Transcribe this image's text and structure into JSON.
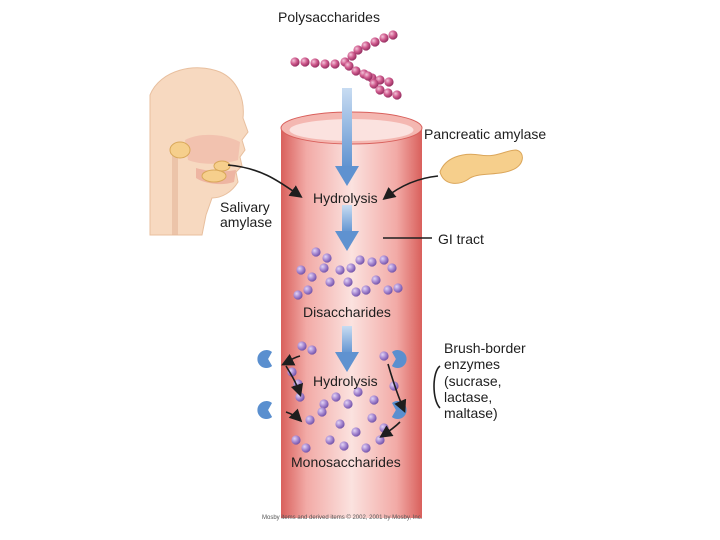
{
  "labels": {
    "polysaccharides": "Polysaccharides",
    "pancreatic_amylase": "Pancreatic amylase",
    "hydrolysis_top": "Hydrolysis",
    "salivary_amylase_line1": "Salivary",
    "salivary_amylase_line2": "amylase",
    "gi_tract": "GI tract",
    "disaccharides": "Disaccharides",
    "brush_border_line1": "Brush-border",
    "brush_border_line2": "enzymes",
    "brush_border_line3": "(sucrase,",
    "brush_border_line4": "lactase,",
    "brush_border_line5": "maltase)",
    "hydrolysis_bottom": "Hydrolysis",
    "monosaccharides": "Monosaccharides",
    "credit": "Mosby items and derived items © 2002, 2001 by Mosby, Inc."
  },
  "colors": {
    "tube_light": "#fbe2df",
    "tube_mid": "#f2aaa6",
    "tube_dark": "#d9605c",
    "molecule_polysaccharide": "#c64d82",
    "molecule_sugar": "#9d7dc9",
    "enzyme": "#5a8fcf",
    "arrow_flow": "#6b9fd6",
    "head": "#f7d9c0",
    "pancreas": "#f6cf8c"
  }
}
